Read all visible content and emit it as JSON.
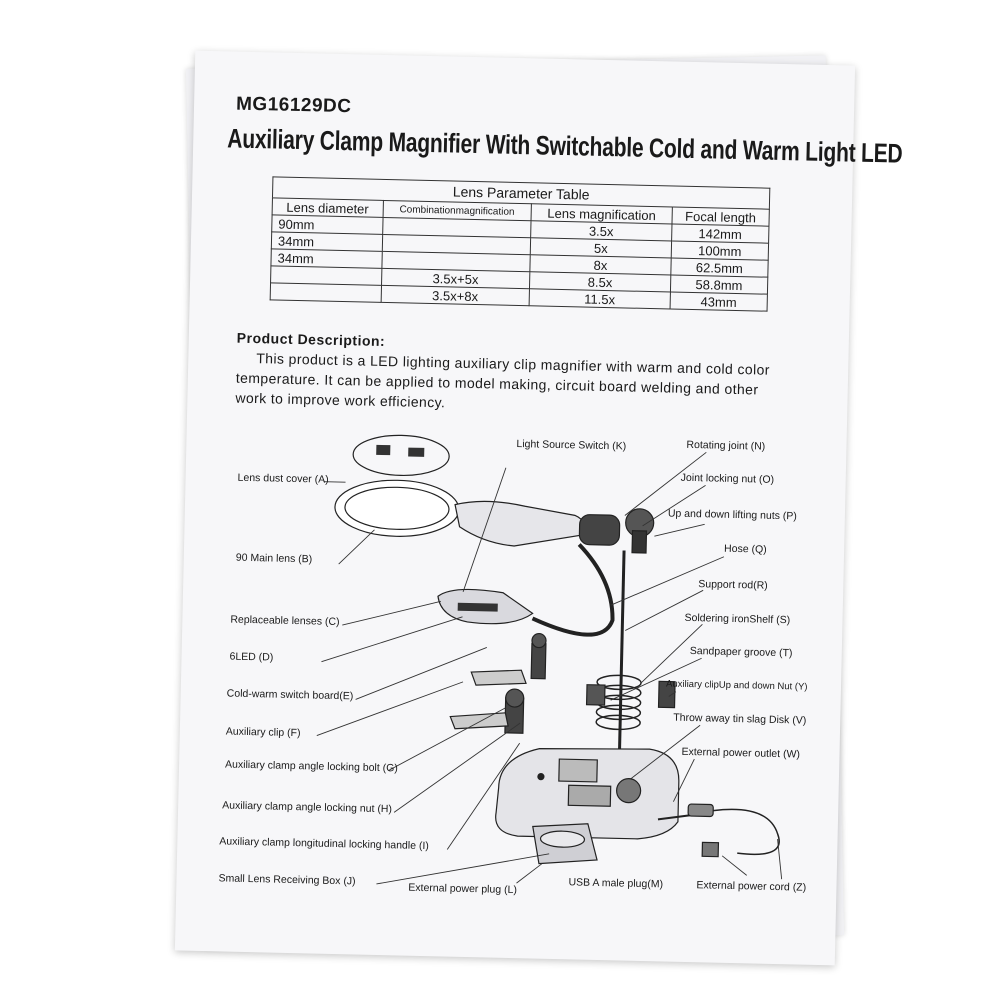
{
  "model": "MG16129DC",
  "title": "Auxiliary Clamp Magnifier With Switchable Cold and Warm Light LED",
  "table": {
    "caption": "Lens Parameter Table",
    "headers": [
      "Lens diameter",
      "Combinationmagnification",
      "Lens magnification",
      "Focal length"
    ],
    "rows": [
      [
        "90mm",
        "",
        "3.5x",
        "142mm"
      ],
      [
        "34mm",
        "",
        "5x",
        "100mm"
      ],
      [
        "34mm",
        "",
        "8x",
        "62.5mm"
      ],
      [
        "",
        "3.5x+5x",
        "8.5x",
        "58.8mm"
      ],
      [
        "",
        "3.5x+8x",
        "11.5x",
        "43mm"
      ]
    ]
  },
  "description": {
    "heading": "Product Description:",
    "line1": "This product is a LED lighting auxiliary clip magnifier with warm and cold color",
    "line2": "temperature. It can be applied to model making, circuit board welding and other",
    "line3": "work to improve work efficiency."
  },
  "labels": {
    "A": "Lens dust cover (A)",
    "B": "90 Main lens (B)",
    "C": "Replaceable lenses (C)",
    "D": "6LED (D)",
    "E": "Cold-warm switch board(E)",
    "F": "Auxiliary clip (F)",
    "G": "Auxiliary clamp angle locking bolt (G)",
    "H": "Auxiliary clamp angle locking nut (H)",
    "I": "Auxiliary clamp longitudinal locking handle (I)",
    "J": "Small Lens Receiving Box (J)",
    "K": "Light Source Switch (K)",
    "L": "External power plug (L)",
    "M": "USB  A male plug(M)",
    "N": "Rotating joint (N)",
    "O": "Joint locking nut (O)",
    "P": "Up and down lifting nuts (P)",
    "Q": "Hose (Q)",
    "R": "Support rod(R)",
    "S": "Soldering ironShelf (S)",
    "T": "Sandpaper groove (T)",
    "Y": "Auxiliary clipUp and down Nut (Y)",
    "V": "Throw away tin slag Disk (V)",
    "W": "External power outlet (W)",
    "Z": "External power cord (Z)"
  }
}
